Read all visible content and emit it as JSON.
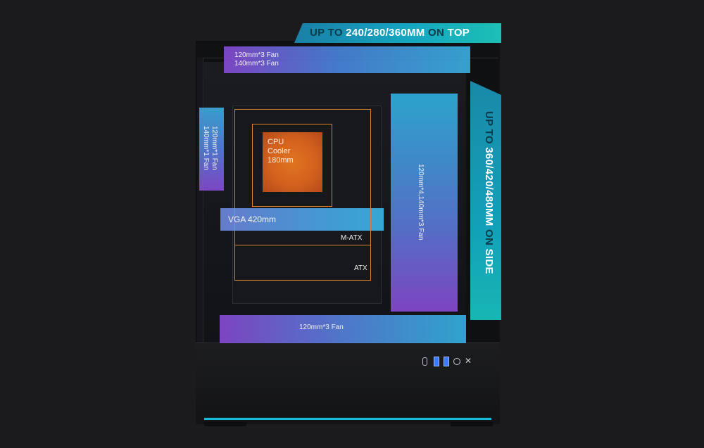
{
  "banners": {
    "top": {
      "prefix": "UP TO",
      "sizes": "240/280/360MM",
      "on": "ON",
      "position": "TOP"
    },
    "side": {
      "prefix": "UP TO",
      "sizes": "360/420/480MM",
      "on": "ON",
      "position": "SIDE"
    }
  },
  "fan_labels": {
    "top_line1": "120mm*3 Fan",
    "top_line2": "140mm*3 Fan",
    "rear_line1": "120mm*1 Fan",
    "rear_line2": "140mm*1 Fan",
    "side": "120mm*4,140mm*3 Fan",
    "bottom": "120mm*3 Fan"
  },
  "components": {
    "cpu_line1": "CPU",
    "cpu_line2": "Cooler",
    "cpu_line3": "180mm",
    "vga": "VGA 420mm",
    "matx": "M-ATX",
    "atx": "ATX"
  },
  "colors": {
    "banner_teal": "#15a6c2",
    "gradient_purple": "#8b4bd8",
    "gradient_blue": "#3ab3e6",
    "cpu_orange": "#d3611e",
    "outline_orange": "#d9832c",
    "accent_cyan": "#17b9d6"
  },
  "icons": [
    "power-button-icon",
    "usb-a-icon",
    "reset-button-icon",
    "brand-logo-icon"
  ]
}
